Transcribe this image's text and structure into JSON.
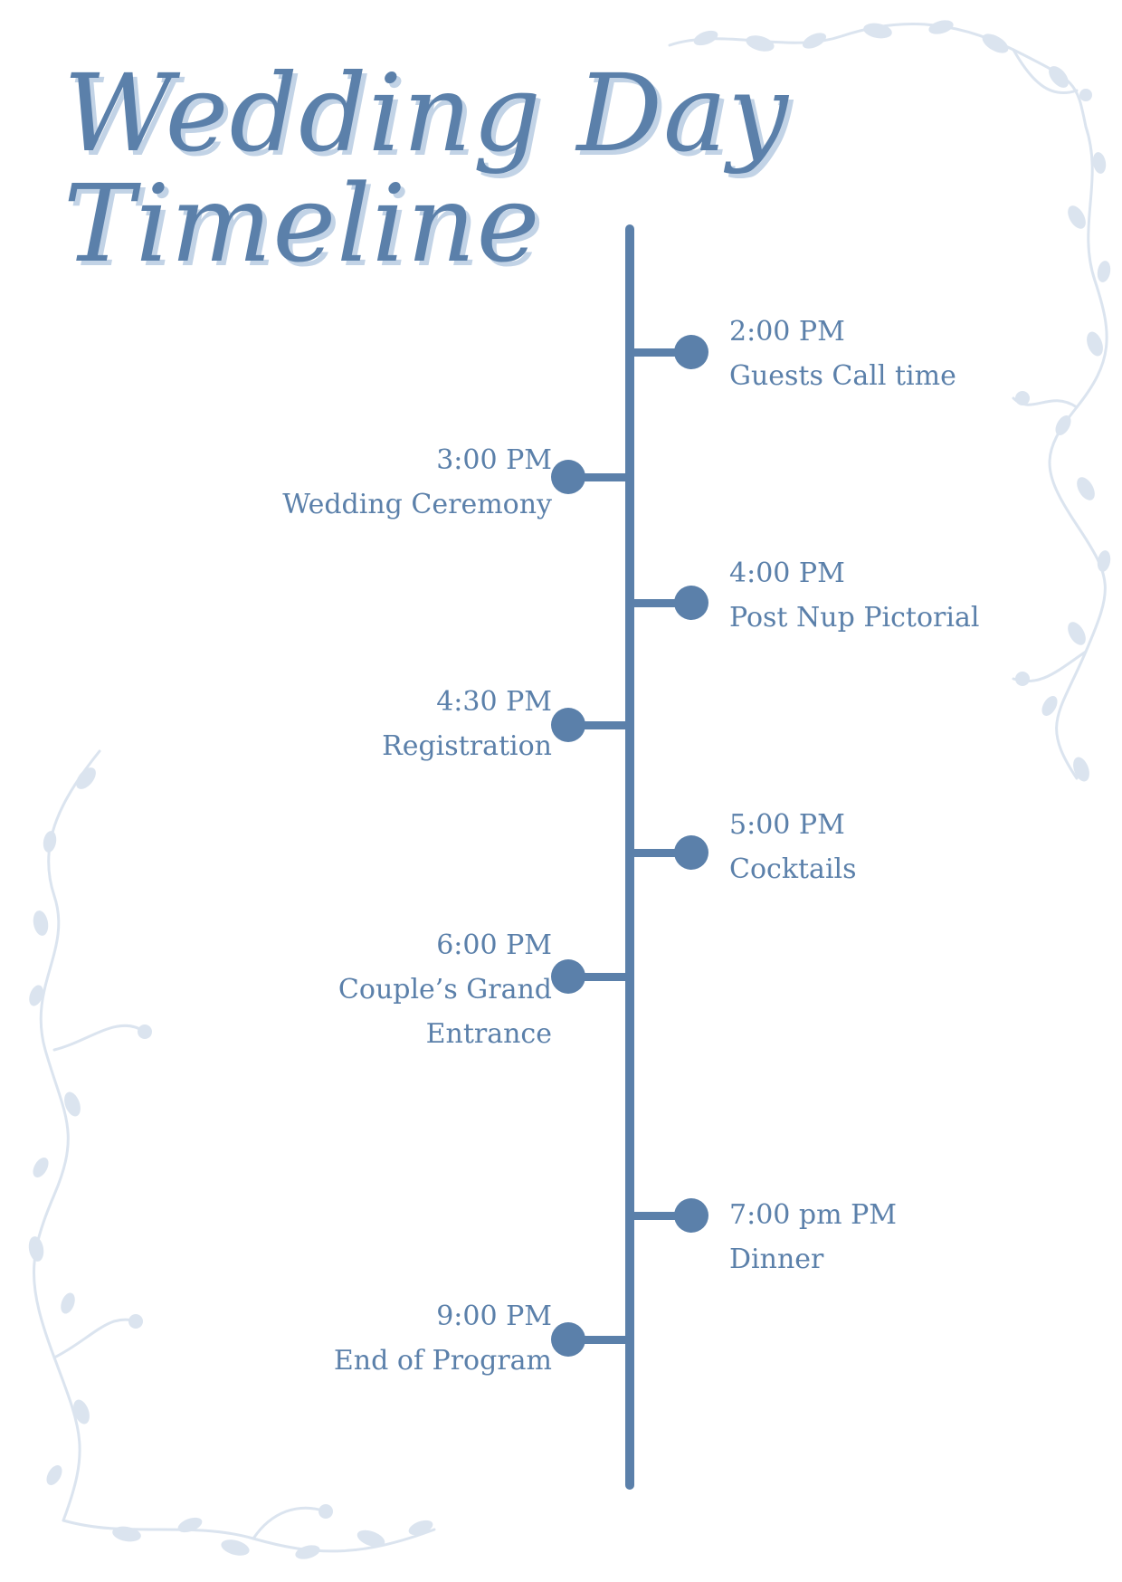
{
  "title": {
    "line1": "Wedding Day",
    "line2": "Timeline"
  },
  "colors": {
    "accent": "#5b80aa",
    "title_shadow": "#c2d3e6",
    "floral": "#dbe4ef",
    "background": "#ffffff"
  },
  "events": [
    {
      "time": "2:00 PM",
      "label": "Guests Call time",
      "side": "right"
    },
    {
      "time": "3:00 PM",
      "label": "Wedding Ceremony",
      "side": "left"
    },
    {
      "time": "4:00 PM",
      "label": "Post Nup Pictorial",
      "side": "right"
    },
    {
      "time": "4:30 PM",
      "label": "Registration",
      "side": "left"
    },
    {
      "time": "5:00 PM",
      "label": "Cocktails",
      "side": "right"
    },
    {
      "time": "6:00 PM",
      "label_lines": [
        "Couple’s Grand",
        "Entrance"
      ],
      "side": "left"
    },
    {
      "time": "7:00 pm PM",
      "label": "Dinner",
      "side": "right"
    },
    {
      "time": "9:00 PM",
      "label": "End of Program",
      "side": "left"
    }
  ],
  "decorations": {
    "top_right": "floral-vine-decoration",
    "bottom_left": "floral-vine-decoration"
  }
}
